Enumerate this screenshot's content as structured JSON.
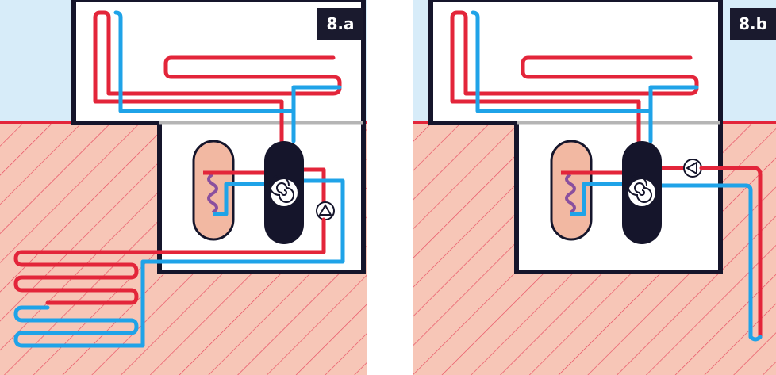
{
  "panels": [
    {
      "id": "a",
      "label": "8.a",
      "ground_loop": "horizontal",
      "pump_position": "below-compressor"
    },
    {
      "id": "b",
      "label": "8.b",
      "ground_loop": "vertical",
      "pump_position": "beside-compressor"
    }
  ],
  "colors": {
    "sky": "#d7ecf9",
    "ground": "#f7c6b7",
    "ground_hatch": "#e84a5f",
    "ground_line": "#e3253a",
    "house_wall": "#15152b",
    "house_interior": "#ffffff",
    "floor_line": "#b5b5b5",
    "hot_pipe": "#e3253a",
    "cold_pipe": "#1fa3e8",
    "tank": "#f2b8a2",
    "heat_pump_body": "#15152b",
    "label_bg": "#1a1a2e",
    "label_text": "#ffffff"
  },
  "icons": [
    "compressor-spiral-icon",
    "pump-triangle-icon"
  ]
}
